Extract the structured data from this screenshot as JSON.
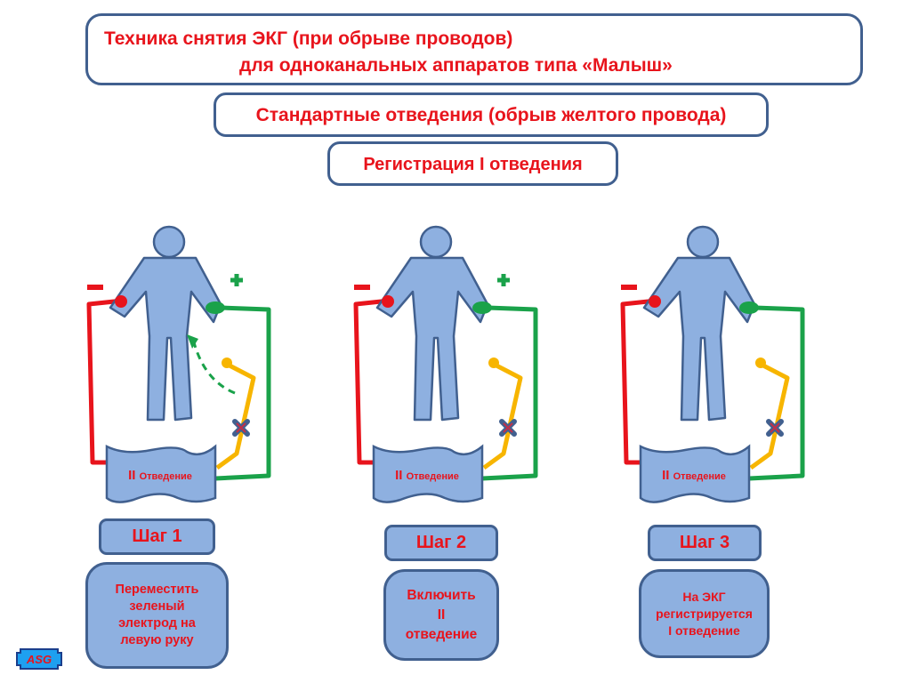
{
  "header": {
    "title_line1": "Техника снятия ЭКГ  (при обрыве проводов)",
    "title_line2": "для одноканальных аппаратов   типа «Малыш»",
    "subtitle": "Стандартные отведения  (обрыв желтого  провода)",
    "registration": "Регистрация I отведения"
  },
  "colors": {
    "text_accent": "#e8141c",
    "border": "#41608f",
    "figure_fill": "#8eb0e0",
    "wire_red": "#e8141c",
    "wire_green": "#1aa24a",
    "wire_yellow": "#f7b500"
  },
  "panels": [
    {
      "device_label_roman": "II",
      "device_label_text": "Отведение",
      "minus_sign": "−",
      "plus_sign": "+",
      "show_plus": true,
      "show_move_arrow": true,
      "step_label": "Шаг 1",
      "step_text": "Переместить\nзеленый\nэлектрод  на\nлевую руку"
    },
    {
      "device_label_roman": "II",
      "device_label_text": "Отведение",
      "minus_sign": "−",
      "plus_sign": "+",
      "show_plus": true,
      "show_move_arrow": false,
      "step_label": "Шаг 2",
      "step_text": "Включить\nII\nотведение"
    },
    {
      "device_label_roman": "II",
      "device_label_text": "Отведение",
      "minus_sign": "−",
      "plus_sign": "",
      "show_plus": false,
      "show_move_arrow": false,
      "step_label": "Шаг 3",
      "step_text": "На ЭКГ\nрегистрируется\n I отведение"
    }
  ],
  "logo": {
    "text": "ASG"
  }
}
